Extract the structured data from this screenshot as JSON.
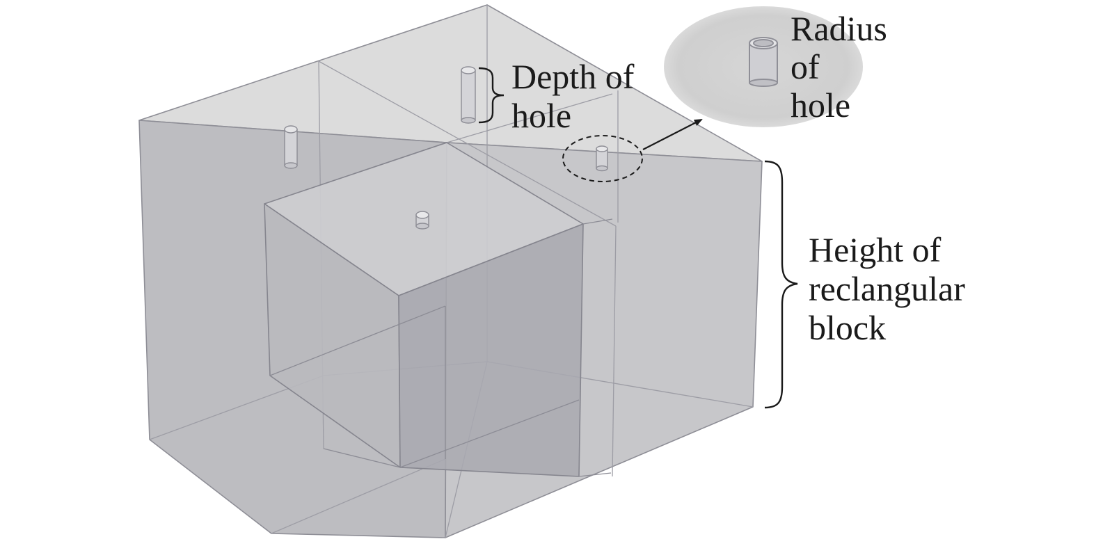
{
  "labels": {
    "depth_line1": "Depth of",
    "depth_line2": "hole",
    "radius_line1": "Radius",
    "radius_line2": "of",
    "radius_line3": "hole",
    "height_line1": "Height of",
    "height_line2": "reclangular",
    "height_line3": "block"
  },
  "colors": {
    "face_light": "#d9d9d9",
    "face_mid": "#c4c4c4",
    "face_dark": "#acacb2",
    "edge": "#8c8c94",
    "text": "#1a1a1a"
  }
}
